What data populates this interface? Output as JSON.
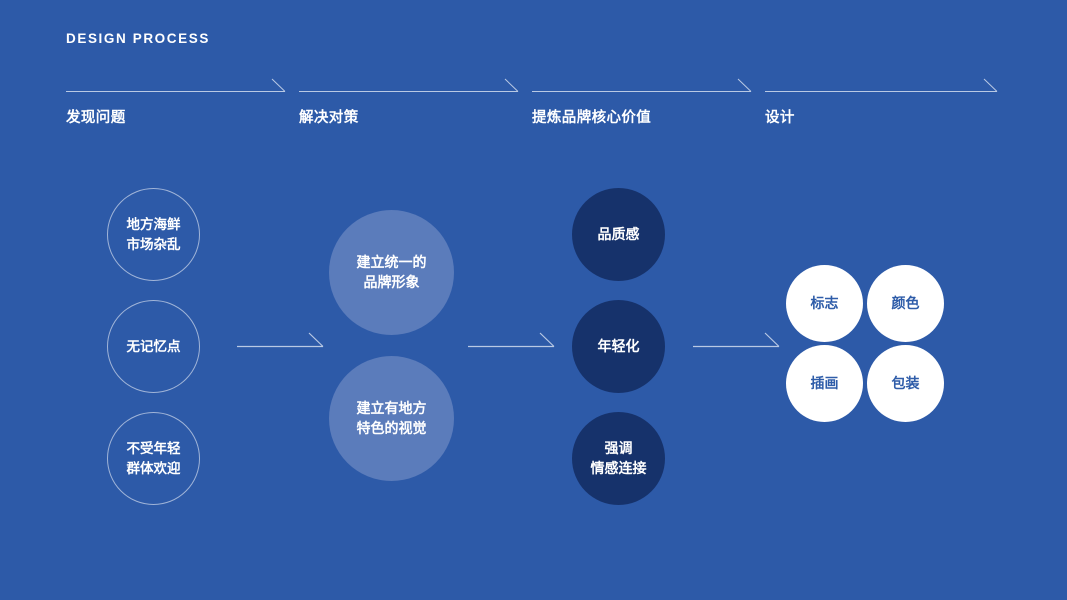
{
  "slide": {
    "title": "DESIGN PROCESS",
    "background_color": "#2d5aa8"
  },
  "colors": {
    "background": "#2d5aa8",
    "outline_circle_border": "#ffffff",
    "soft_circle_fill": "#5b7cbb",
    "dark_circle_fill": "#16326b",
    "white_circle_fill": "#ffffff",
    "white_circle_text": "#2f5da9",
    "arrow_line": "#b9c9e4",
    "text": "#ffffff"
  },
  "stages": [
    {
      "label": "发现问题"
    },
    {
      "label": "解决对策"
    },
    {
      "label": "提炼品牌核心价值"
    },
    {
      "label": "设计"
    }
  ],
  "columns": {
    "problems": [
      {
        "text": "地方海鲜\n市场杂乱"
      },
      {
        "text": "无记忆点"
      },
      {
        "text": "不受年轻\n群体欢迎"
      }
    ],
    "solutions": [
      {
        "text": "建立统一的\n品牌形象"
      },
      {
        "text": "建立有地方\n特色的视觉"
      }
    ],
    "core_values": [
      {
        "text": "品质感"
      },
      {
        "text": "年轻化"
      },
      {
        "text": "强调\n情感连接"
      }
    ],
    "deliverables": [
      {
        "text": "标志"
      },
      {
        "text": "颜色"
      },
      {
        "text": "插画"
      },
      {
        "text": "包装"
      }
    ]
  },
  "connectors": [
    {
      "name": "problems-to-solutions"
    },
    {
      "name": "solutions-to-core-values"
    },
    {
      "name": "core-values-to-deliverables"
    }
  ]
}
